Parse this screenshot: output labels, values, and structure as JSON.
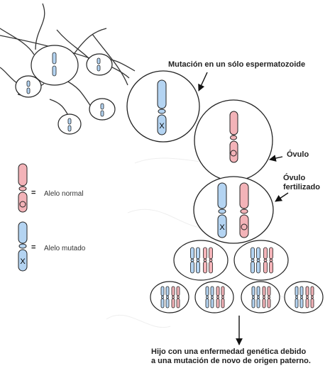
{
  "labels": {
    "mutation": "Mutación en un sólo espermatozoide",
    "ovulo": "Óvulo",
    "ovulo_fert_1": "Óvulo",
    "ovulo_fert_2": "fertilizado",
    "result_1": "Hijo con una enfermedad genética debido",
    "result_2": "a una mutación de novo de origen paterno."
  },
  "legend": {
    "normal": "Alelo normal",
    "mutado": "Alelo mutado",
    "eq": "=",
    "normal_symbol": "O",
    "mutado_symbol": "X"
  },
  "colors": {
    "normal_chromosome": "#f3b3b8",
    "mutated_chromosome": "#b4d4f2",
    "legend_bg": "#fff8d6",
    "outline": "#111111"
  }
}
